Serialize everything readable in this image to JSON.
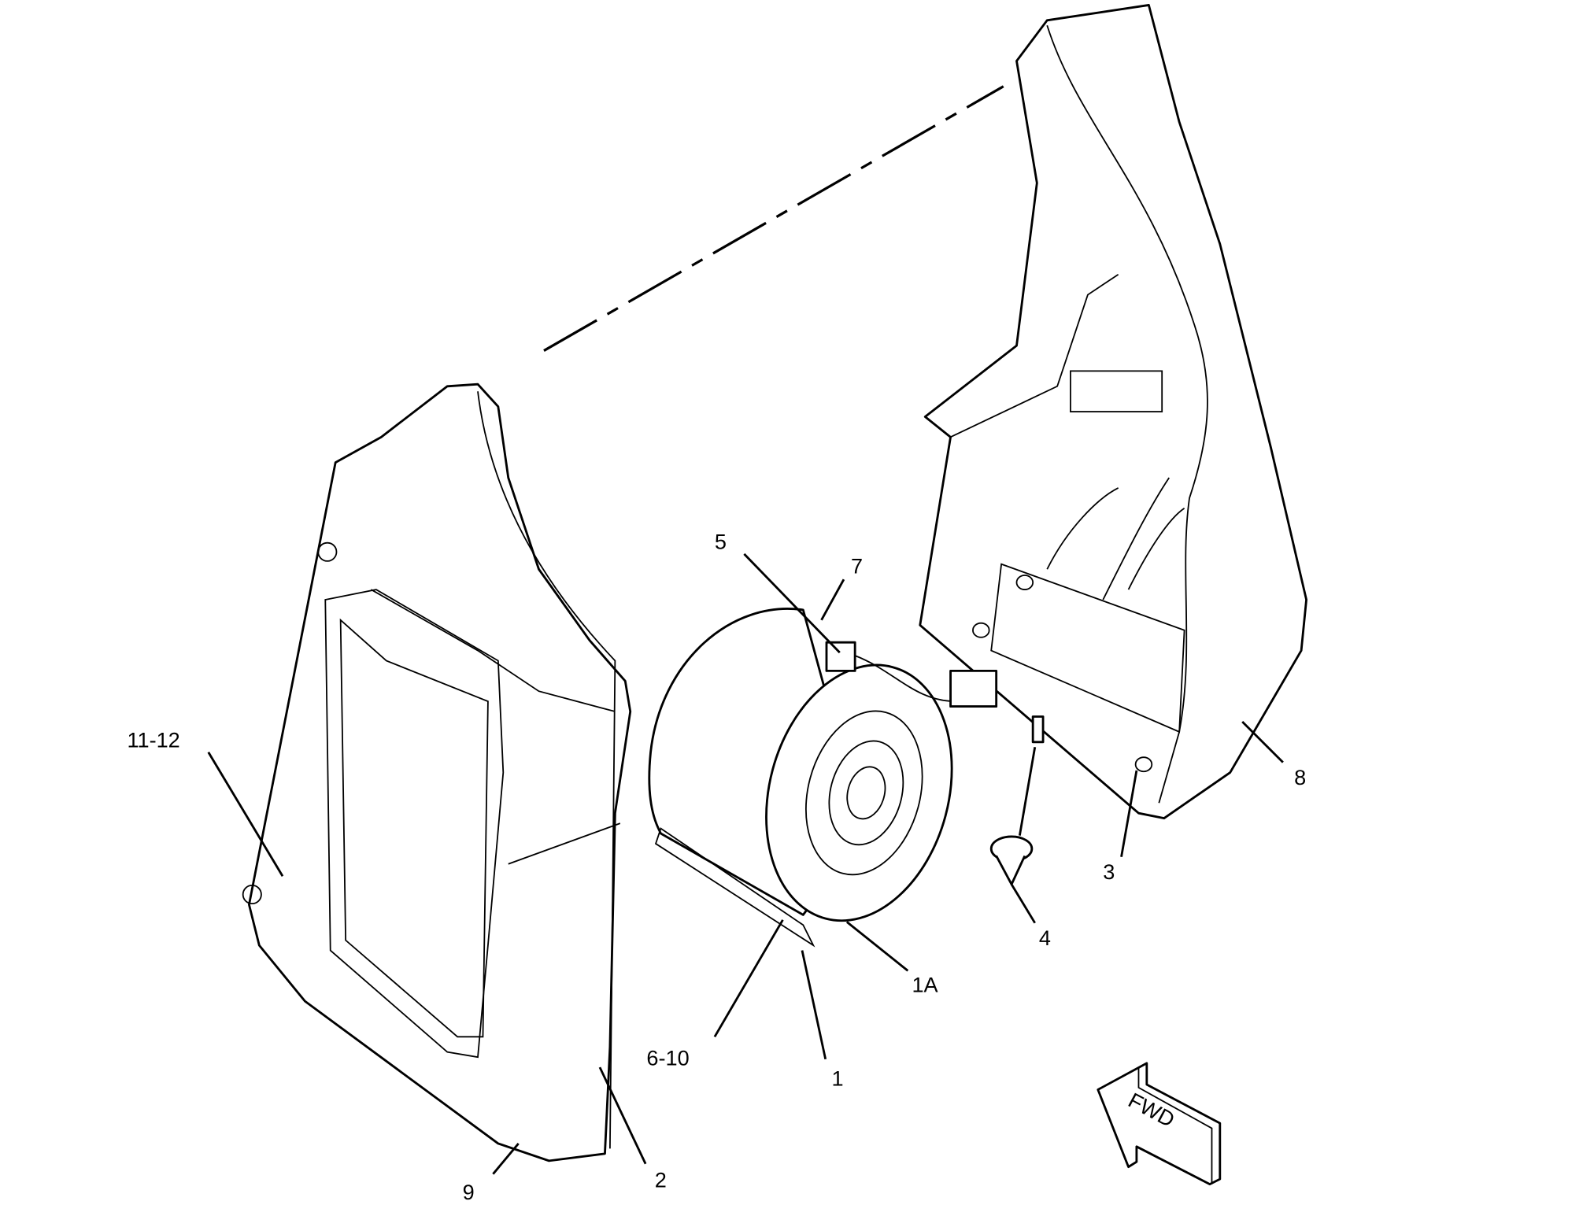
{
  "diagram": {
    "callouts": {
      "c5": "5",
      "c7": "7",
      "c11_12": "11-12",
      "c8": "8",
      "c3": "3",
      "c4": "4",
      "c1A": "1A",
      "c6_10": "6-10",
      "c1": "1",
      "c9": "9",
      "c2": "2"
    },
    "direction_arrow": "FWD"
  }
}
